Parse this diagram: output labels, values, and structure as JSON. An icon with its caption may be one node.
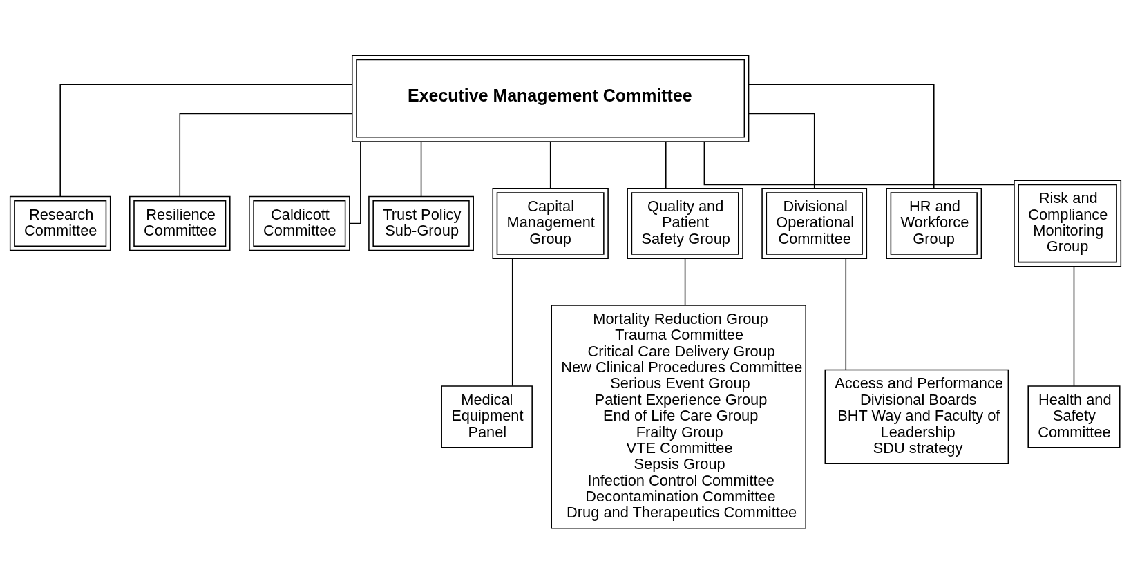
{
  "diagram": {
    "nodes": [
      {
        "text": [
          "Executive Management Committee"
        ]
      },
      {
        "text": [
          "Research Committee"
        ]
      },
      {
        "text": [
          "Resilience Committee"
        ]
      },
      {
        "text": [
          "Caldicott Committee"
        ]
      },
      {
        "text": [
          "Trust Policy Sub-Group"
        ]
      },
      {
        "text": [
          "Capital Management Group"
        ]
      },
      {
        "text": [
          "Quality and Patient Safety Group"
        ]
      },
      {
        "text": [
          "Divisional Operational Committee"
        ]
      },
      {
        "text": [
          "HR and Workforce Group"
        ]
      },
      {
        "text": [
          "Risk and Compliance Monitoring Group"
        ]
      },
      {
        "text": [
          "Medical Equipment Panel"
        ]
      },
      {
        "text": [
          "Mortality Reduction Group",
          "Trauma Committee",
          "Critical Care Delivery Group",
          "New Clinical Procedures Committee",
          "Serious Event Group",
          "Patient Experience Group",
          "End of Life Care Group",
          "Frailty Group",
          "VTE Committee",
          "Sepsis Group",
          "Infection Control Committee",
          "Decontamination Committee",
          "Drug and Therapeutics Committee"
        ]
      },
      {
        "text": [
          "Access and Performance",
          "Divisional Boards",
          "BHT Way and Faculty of Leadership",
          "SDU strategy"
        ]
      },
      {
        "text": [
          "Health and Safety Committee"
        ]
      }
    ],
    "edges": [
      {
        "from": 0,
        "to": 1,
        "arrow": "none"
      },
      {
        "from": 0,
        "to": 2,
        "arrow": "none"
      },
      {
        "from": 0,
        "to": 3,
        "arrow": "none"
      },
      {
        "from": 0,
        "to": 4,
        "arrow": "none"
      },
      {
        "from": 0,
        "to": 5,
        "arrow": "none"
      },
      {
        "from": 0,
        "to": 6,
        "arrow": "none"
      },
      {
        "from": 0,
        "to": 7,
        "arrow": "none"
      },
      {
        "from": 0,
        "to": 8,
        "arrow": "none"
      },
      {
        "from": 0,
        "to": 9,
        "arrow": "none"
      },
      {
        "from": 5,
        "to": 10,
        "arrow": "none"
      },
      {
        "from": 6,
        "to": 11,
        "arrow": "none"
      },
      {
        "from": 7,
        "to": 12,
        "arrow": "none"
      },
      {
        "from": 9,
        "to": 13,
        "arrow": "none"
      }
    ]
  }
}
